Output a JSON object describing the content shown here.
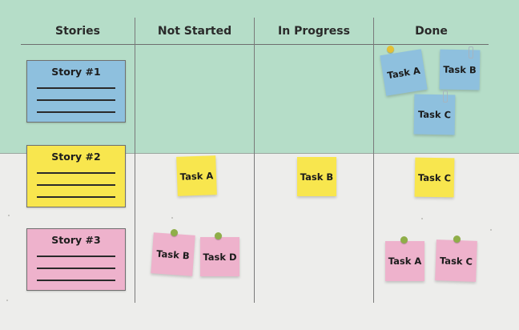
{
  "columns": {
    "stories": "Stories",
    "not_started": "Not Started",
    "in_progress": "In Progress",
    "done": "Done"
  },
  "stories": [
    {
      "title": "Story #1",
      "color": "#8ec0de"
    },
    {
      "title": "Story #2",
      "color": "#f8e64e"
    },
    {
      "title": "Story #3",
      "color": "#eeb2cc"
    }
  ],
  "notes": {
    "story1_done": [
      "Task A",
      "Task B",
      "Task C"
    ],
    "story2_not_started": "Task A",
    "story2_in_progress": "Task B",
    "story2_done": "Task C",
    "story3_not_started": [
      "Task B",
      "Task D"
    ],
    "story3_done": [
      "Task A",
      "Task C"
    ]
  },
  "colors": {
    "top_band": "#b5ddc8",
    "bottom_band": "#ededeb",
    "blue_note": "#8ec0de",
    "yellow_note": "#f8e64e",
    "pink_note": "#eeb2cc"
  }
}
